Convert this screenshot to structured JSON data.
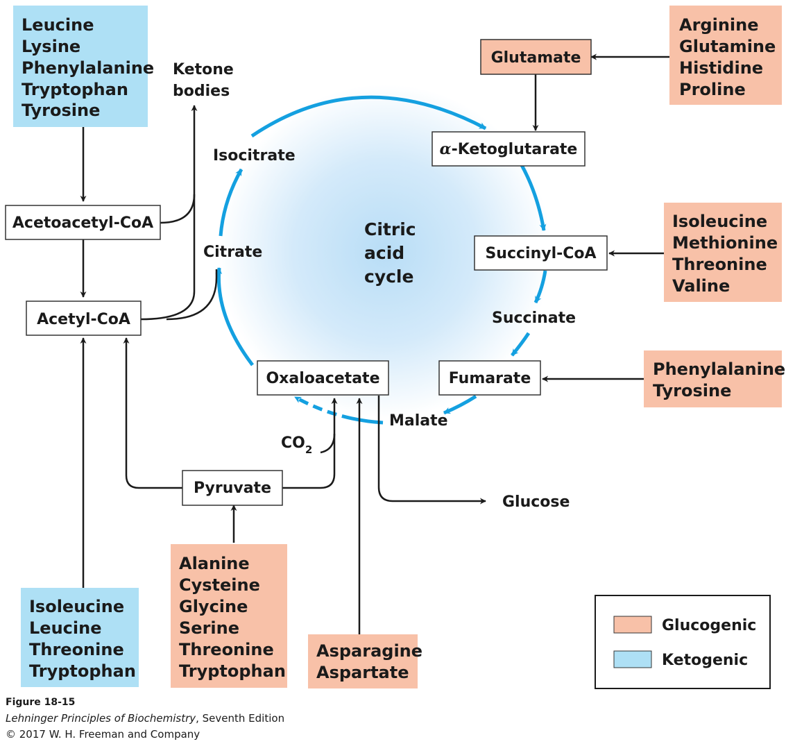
{
  "colors": {
    "glucogenic": "#f8c1a8",
    "ketogenic": "#aee0f5",
    "cycle_arrow": "#14a0e0",
    "line": "#1a1a1a",
    "box_border": "#333333"
  },
  "groups": {
    "ketogenic_top": [
      "Leucine",
      "Lysine",
      "Phenylalanine",
      "Tryptophan",
      "Tyrosine"
    ],
    "ketogenic_bottom": [
      "Isoleucine",
      "Leucine",
      "Threonine",
      "Tryptophan"
    ],
    "glucogenic_glutamate": [
      "Arginine",
      "Glutamine",
      "Histidine",
      "Proline"
    ],
    "glucogenic_succinyl": [
      "Isoleucine",
      "Methionine",
      "Threonine",
      "Valine"
    ],
    "glucogenic_fumarate": [
      "Phenylalanine",
      "Tyrosine"
    ],
    "glucogenic_pyruvate": [
      "Alanine",
      "Cysteine",
      "Glycine",
      "Serine",
      "Threonine",
      "Tryptophan"
    ],
    "glucogenic_oxaloacetate": [
      "Asparagine",
      "Aspartate"
    ]
  },
  "intermediates": {
    "acetoacetyl_coa": "Acetoacetyl-CoA",
    "acetyl_coa": "Acetyl-CoA",
    "glutamate": "Glutamate",
    "alpha_ketoglutarate_symbol": "α",
    "alpha_ketoglutarate": "-Ketoglutarate",
    "succinyl_coa": "Succinyl-CoA",
    "fumarate": "Fumarate",
    "oxaloacetate": "Oxaloacetate",
    "pyruvate": "Pyruvate"
  },
  "labels": {
    "ketone_1": "Ketone",
    "ketone_2": "bodies",
    "isocitrate": "Isocitrate",
    "citrate": "Citrate",
    "succinate": "Succinate",
    "malate": "Malate",
    "glucose": "Glucose",
    "co2_main": "CO",
    "co2_sub": "2",
    "cycle_1": "Citric",
    "cycle_2": "acid",
    "cycle_3": "cycle"
  },
  "legend": {
    "glucogenic": "Glucogenic",
    "ketogenic": "Ketogenic"
  },
  "caption": {
    "figure": "Figure 18-15",
    "book_title": "Lehninger Principles of Biochemistry",
    "edition": ", Seventh Edition",
    "copyright": "© 2017 W. H. Freeman and Company"
  }
}
